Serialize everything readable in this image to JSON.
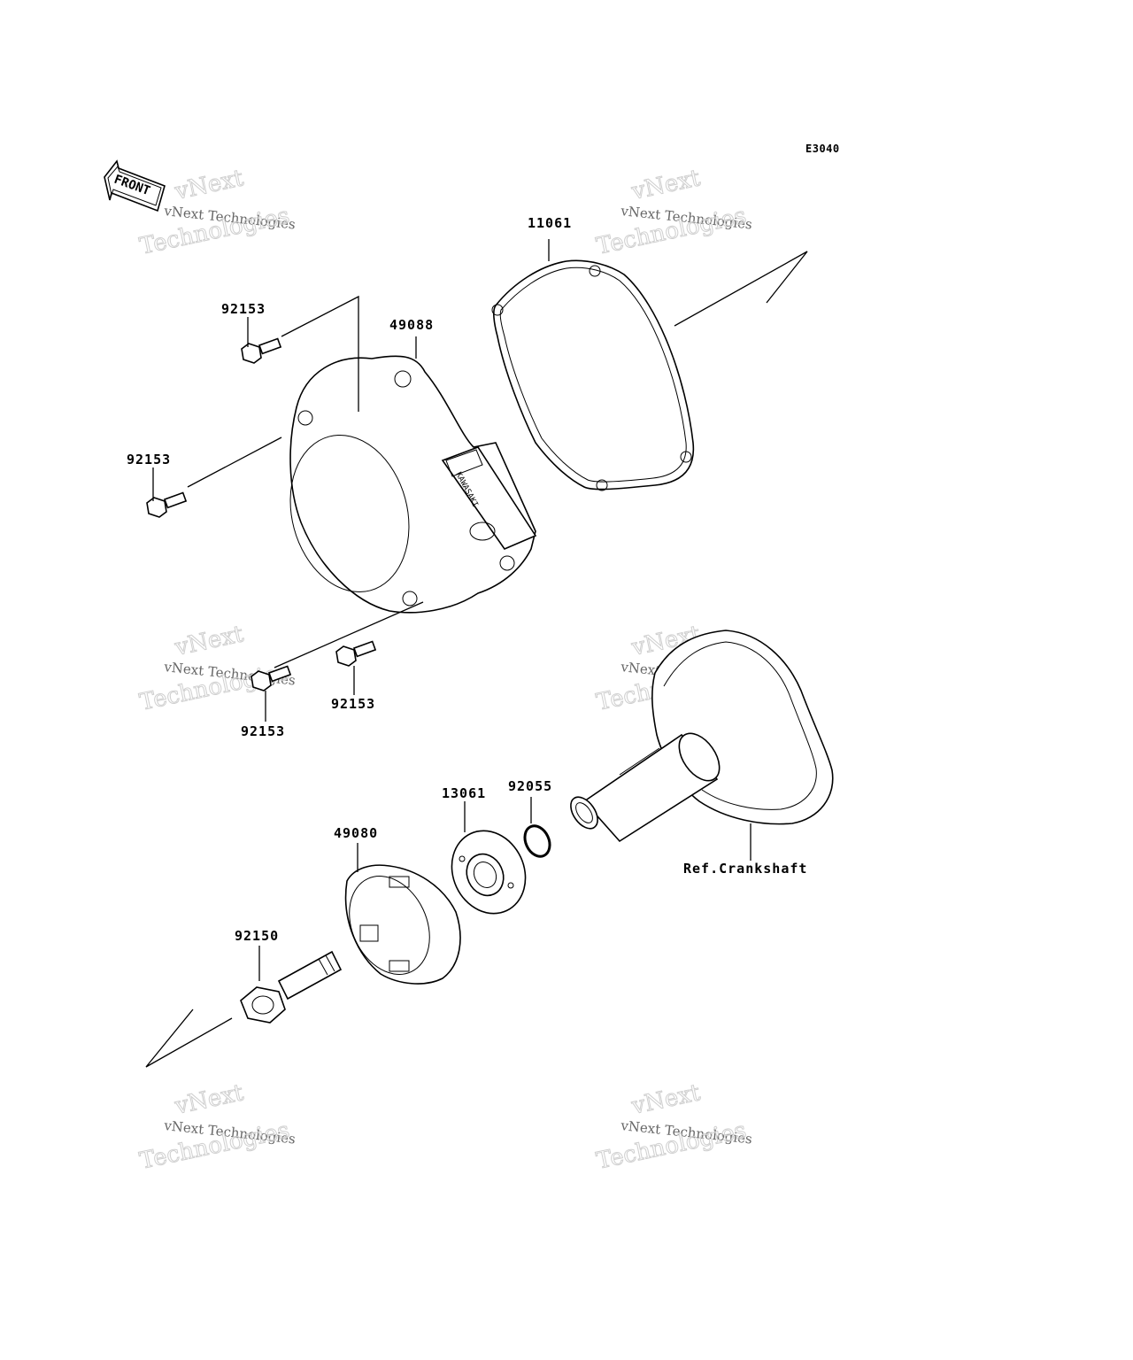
{
  "diagram": {
    "code": "E3040",
    "front_label": "FRONT",
    "stamp": "KAWASAKI",
    "ref_label": "Ref.Crankshaft",
    "parts": {
      "gasket": "11061",
      "cover": "49088",
      "bolt_top": "92153",
      "bolt_left": "92153",
      "bolt_lower_right": "92153",
      "bolt_lower_left": "92153",
      "plate": "13061",
      "oring": "92055",
      "housing": "49080",
      "bolt_center": "92150"
    },
    "watermark": {
      "line1": "vNext Technologies",
      "line2": "vNext",
      "line3": "Technologies"
    }
  }
}
